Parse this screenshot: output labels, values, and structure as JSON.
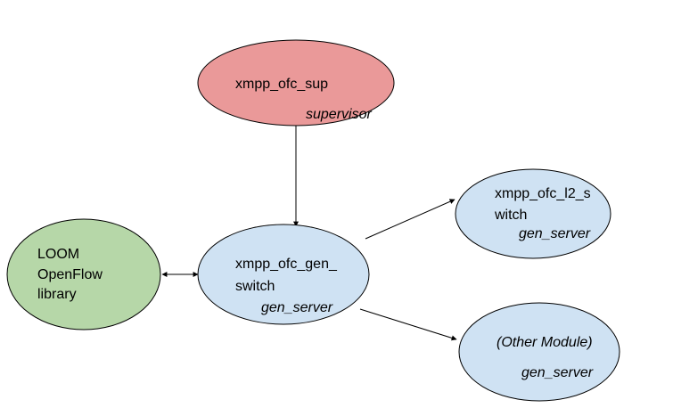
{
  "colors": {
    "supervisor_fill": "#ea9999",
    "server_fill": "#cfe2f3",
    "library_fill": "#b6d7a8",
    "stroke": "#000000",
    "edge": "#000000"
  },
  "nodes": {
    "supervisor": {
      "name": "xmpp_ofc_sup",
      "role": "supervisor"
    },
    "gen_switch": {
      "name_line1": "xmpp_ofc_gen_",
      "name_line2": "switch",
      "role": "gen_server"
    },
    "l2_switch": {
      "name_line1": "xmpp_ofc_l2_s",
      "name_line2": "witch",
      "role": "gen_server"
    },
    "other_module": {
      "name": "(Other Module)",
      "role": "gen_server"
    },
    "library": {
      "line1": "LOOM",
      "line2": "OpenFlow",
      "line3": "library"
    }
  }
}
